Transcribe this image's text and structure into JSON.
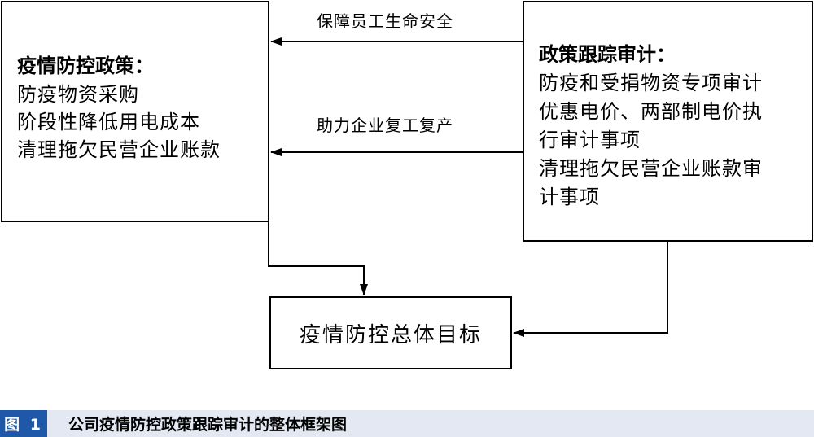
{
  "left_box": {
    "title": "疫情防控政策：",
    "lines": [
      "防疫物资采购",
      "阶段性降低用电成本",
      "清理拖欠民营企业账款"
    ]
  },
  "right_box": {
    "title": "政策跟踪审计：",
    "lines": [
      "防疫和受捐物资专项审计",
      "优惠电价、两部制电价执",
      "行审计事项",
      "清理拖欠民营企业账款审",
      "计事项"
    ]
  },
  "bottom_box": {
    "label": "疫情防控总体目标"
  },
  "arrows": {
    "top_label": "保障员工生命安全",
    "mid_label": "助力企业复工复产"
  },
  "caption": {
    "tag": "图 1",
    "text": "公司疫情防控政策跟踪审计的整体框架图"
  },
  "colors": {
    "tag_bg": "#1f58a8",
    "caption_bg": "#e3e8f3"
  }
}
